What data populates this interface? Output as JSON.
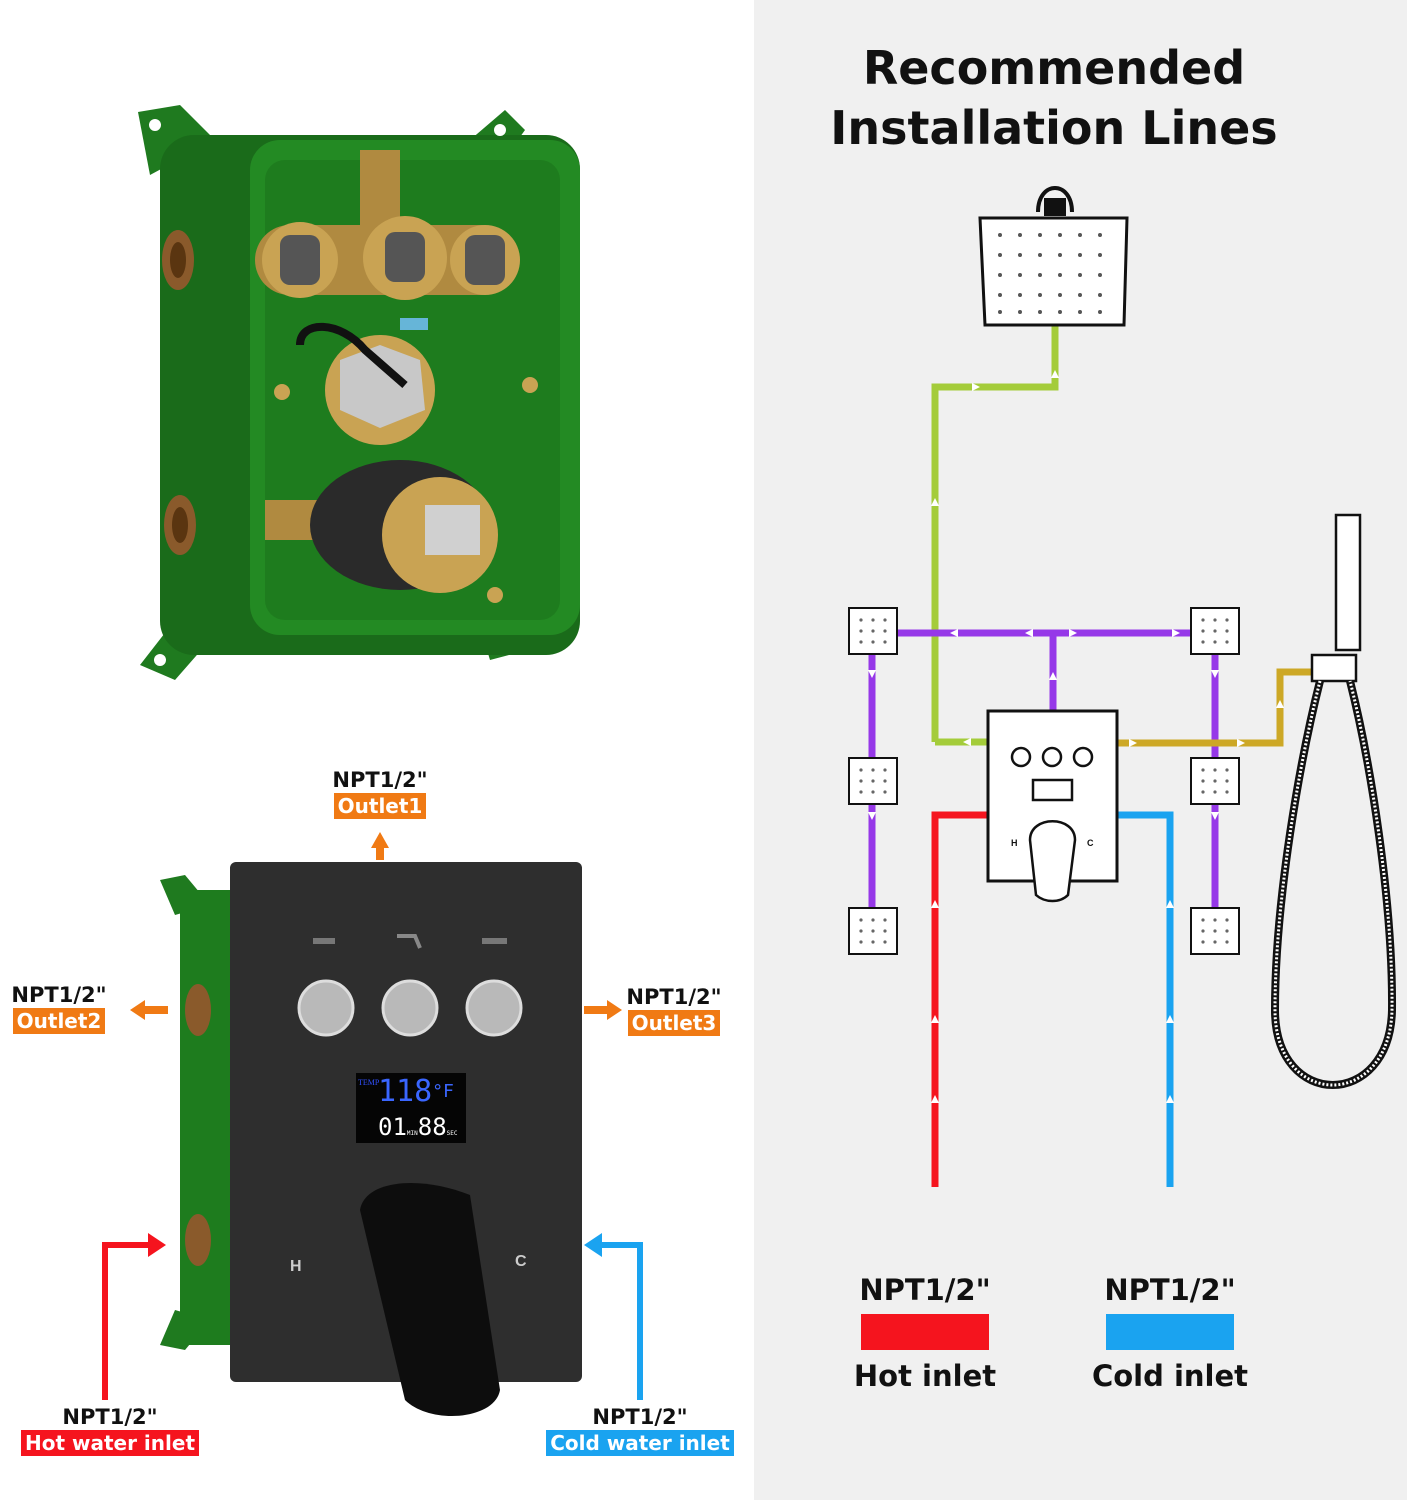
{
  "title": {
    "line1": "Recommended",
    "line2": "Installation Lines"
  },
  "valve_labels": {
    "outlet1": {
      "npt": "NPT1/2\"",
      "tag": "Outlet1"
    },
    "outlet2": {
      "npt": "NPT1/2\"",
      "tag": "Outlet2"
    },
    "outlet3": {
      "npt": "NPT1/2\"",
      "tag": "Outlet3"
    },
    "hot_inlet": {
      "npt": "NPT1/2\"",
      "tag": "Hot water inlet"
    },
    "cold_inlet": {
      "npt": "NPT1/2\"",
      "tag": "Cold water inlet"
    }
  },
  "panel": {
    "hot_mark": "H",
    "cold_mark": "C",
    "display_label": "TEMP",
    "temperature": "118",
    "temp_unit": "°F",
    "time_min": "01",
    "time_sec": "88",
    "min_label": "MIN",
    "sec_label": "SEC"
  },
  "diagram": {
    "hot_mark": "H",
    "cold_mark": "C"
  },
  "legend": {
    "hot": {
      "npt": "NPT1/2\"",
      "label": "Hot inlet"
    },
    "cold": {
      "npt": "NPT1/2\"",
      "label": "Cold inlet"
    }
  },
  "colors": {
    "hot": "#f5141e",
    "cold": "#1aa3f0",
    "outlet": "#f07a14",
    "rain_line": "#a4cc3a",
    "jet_line": "#9638e8",
    "hand_line": "#cda826",
    "box_green": "#1f7a1f",
    "panel": "#2b2b2b"
  }
}
